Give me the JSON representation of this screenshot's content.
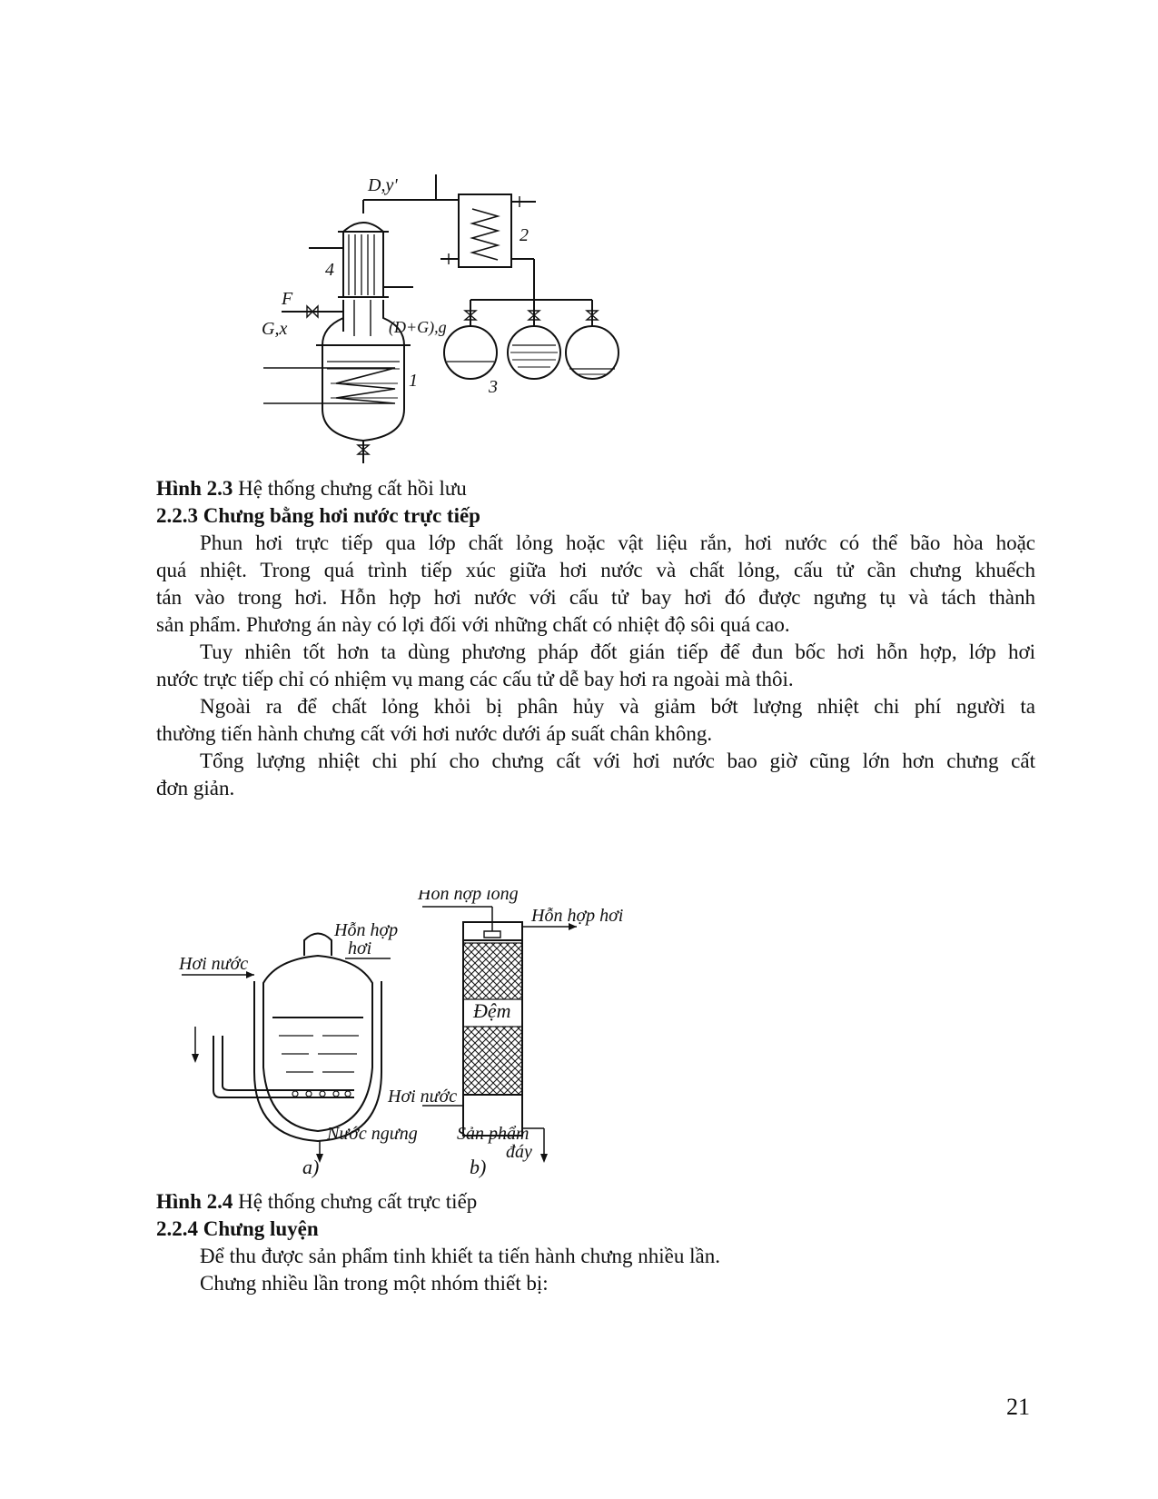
{
  "figure_2_3": {
    "labels": {
      "dy": "D,y'",
      "n2": "2",
      "n4": "4",
      "f": "F",
      "gx": "G,x",
      "dg": "(D+G),g",
      "n1": "1",
      "n3": "3"
    },
    "caption_num": "Hình 2.3",
    "caption_text": " Hệ thống chưng cất hồi lưu"
  },
  "section_223": {
    "heading": "2.2.3 Chưng bằng hơi nước trực tiếp",
    "lines": [
      "Phun hơi trực tiếp qua lớp chất lỏng hoặc vật liệu rắn, hơi nước có thể bão hòa hoặc",
      "quá nhiệt. Trong quá trình tiếp xúc giữa hơi nước và chất lỏng, cấu tử cần chưng khuếch",
      "tán vào trong hơi. Hỗn hợp hơi nước với cấu tử bay hơi đó được ngưng tụ và tách thành",
      "sản phẩm. Phương án này có lợi đối với những chất có nhiệt độ sôi quá cao.",
      "Tuy nhiên tốt hơn ta dùng phương pháp đốt gián tiếp để đun bốc hơi hỗn hợp, lớp hơi",
      "nước trực tiếp chỉ có nhiệm vụ mang các cấu tử dễ bay hơi ra ngoài mà thôi.",
      "Ngoài ra để chất lỏng khỏi bị phân hủy và giảm bớt lượng nhiệt chi phí người ta",
      "thường tiến hành chưng cất với hơi nước dưới áp suất chân không.",
      "Tổng lượng nhiệt chi phí cho chưng cất với hơi nước bao giờ cũng lớn hơn chưng cất",
      "đơn giản."
    ]
  },
  "figure_2_4": {
    "labels": {
      "hh_long": "Hỗn hợp lỏng",
      "hh_hoi_r": "Hỗn hợp hơi",
      "hh_hop": "Hỗn hợp",
      "hh_hoi": "hơi",
      "hoi_nuoc_l": "Hơi nước",
      "dem": "Đệm",
      "hoi_nuoc_r": "Hơi nước",
      "nuoc_ngung": "Nước ngưng",
      "san_pham": "Sản phẩm",
      "day": "đáy",
      "a": "a)",
      "b": "b)"
    },
    "caption_num": "Hình 2.4",
    "caption_text": " Hệ thống chưng cất trực tiếp"
  },
  "section_224": {
    "heading": "2.2.4 Chưng luyện",
    "lines": [
      "Để thu được sản phẩm tinh khiết ta tiến hành chưng nhiều lần.",
      "Chưng nhiều lần trong một nhóm thiết bị:"
    ]
  },
  "page_number": "21"
}
